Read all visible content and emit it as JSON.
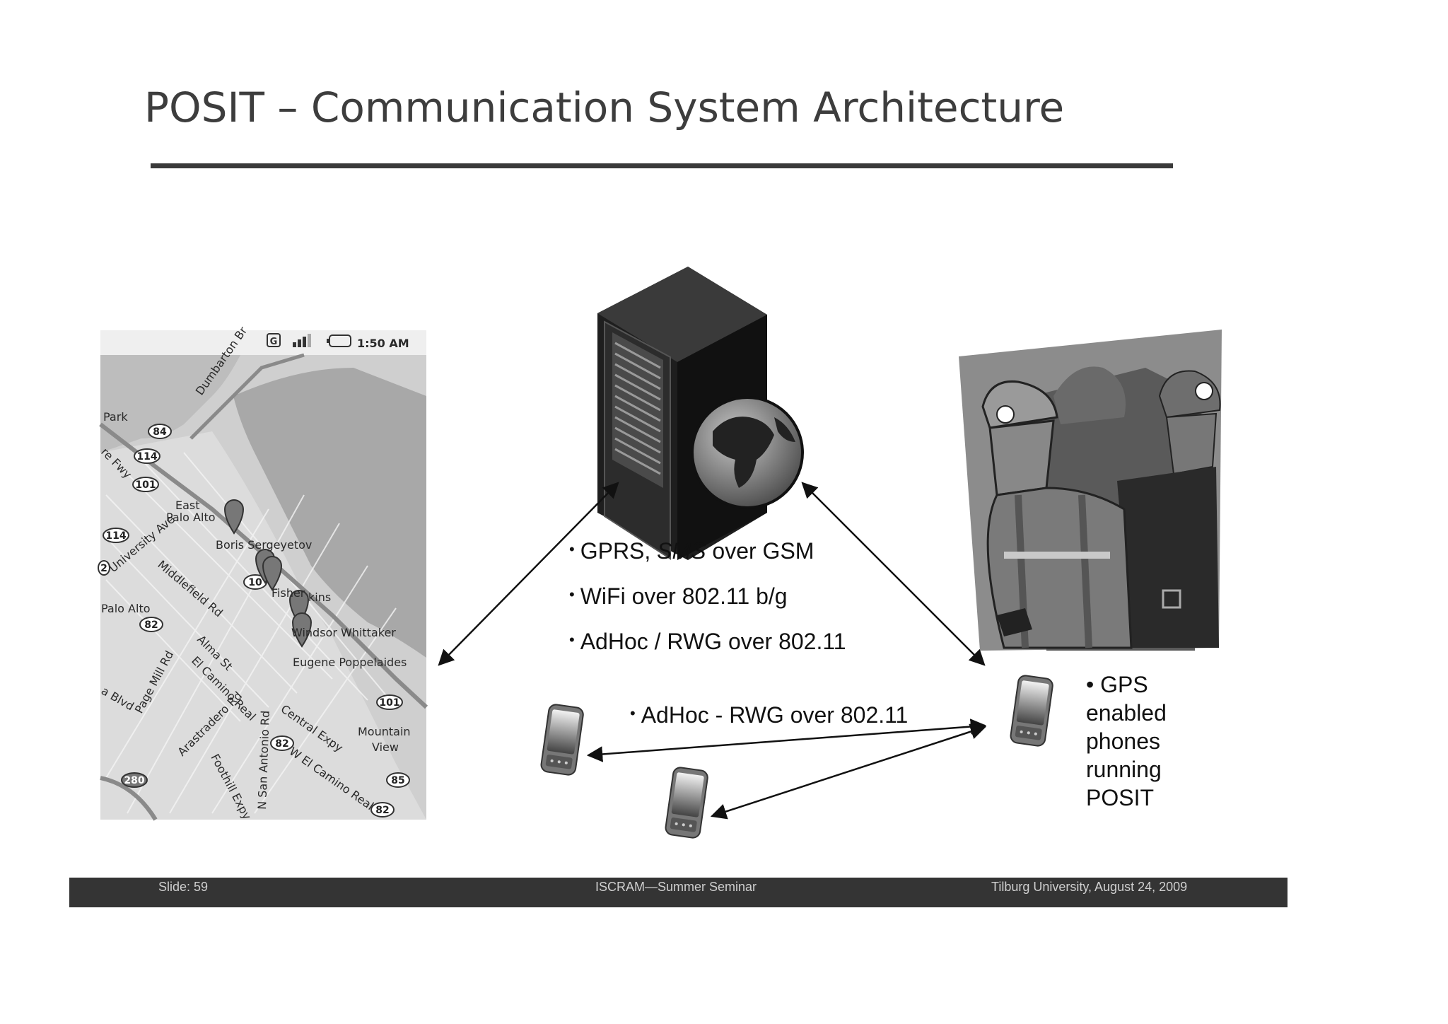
{
  "title": "POSIT – Communication System Architecture",
  "bullets": {
    "b1_pre": "GPRS, ",
    "b1_em": "SMS",
    "b1_post": " over GSM",
    "b2": "WiFi over 802.11 b/g",
    "b3": "AdHoc / RWG over 802.11",
    "b4": "AdHoc - RWG over 802.11",
    "bullet_char": "•"
  },
  "gps_text": {
    "line1": "• GPS",
    "line2": "enabled",
    "line3": "phones",
    "line4": "running",
    "line5": "POSIT"
  },
  "map": {
    "time": "1:50 AM",
    "labels": {
      "park": "Park",
      "east_palo_alto_1": "East",
      "east_palo_alto_2": "Palo Alto",
      "boris": "Boris Sergeyetov",
      "fisher": "Fisher",
      "kins": "kins",
      "palo_alto": "Palo Alto",
      "windsor": "Windsor Whittaker",
      "eugene": "Eugene Poppelaides",
      "mountain": "Mountain",
      "view": "View",
      "dumbarton": "Dumbarton Br",
      "university": "University Ave",
      "middlefield": "Middlefield Rd",
      "alma": "Alma St",
      "el_camino": "El Camino Real",
      "page_mill": "Page Mill Rd",
      "central": "Central Expy",
      "arastradero": "Arastradero Rd",
      "foothill": "Foothill Expy",
      "san_antonio": "N San Antonio Rd",
      "w_el_camino": "W El Camino Real",
      "blvd": "a Blvd",
      "fwy": "re Fwy"
    },
    "shields": {
      "s84": "84",
      "s114a": "114",
      "s101a": "101",
      "s114b": "114",
      "s82a": "82",
      "s101b": "101",
      "s82b": "82",
      "s85": "85",
      "s280": "280",
      "s82c": "82",
      "s10": "10",
      "s2": "2"
    }
  },
  "footer": {
    "left": "Slide: 59",
    "center": "ISCRAM—Summer Seminar",
    "right": "Tilburg University, August 24, 2009"
  },
  "colors": {
    "title": "#3d3d3d",
    "footer_bg": "#343434",
    "footer_text": "#cfcfcf"
  }
}
